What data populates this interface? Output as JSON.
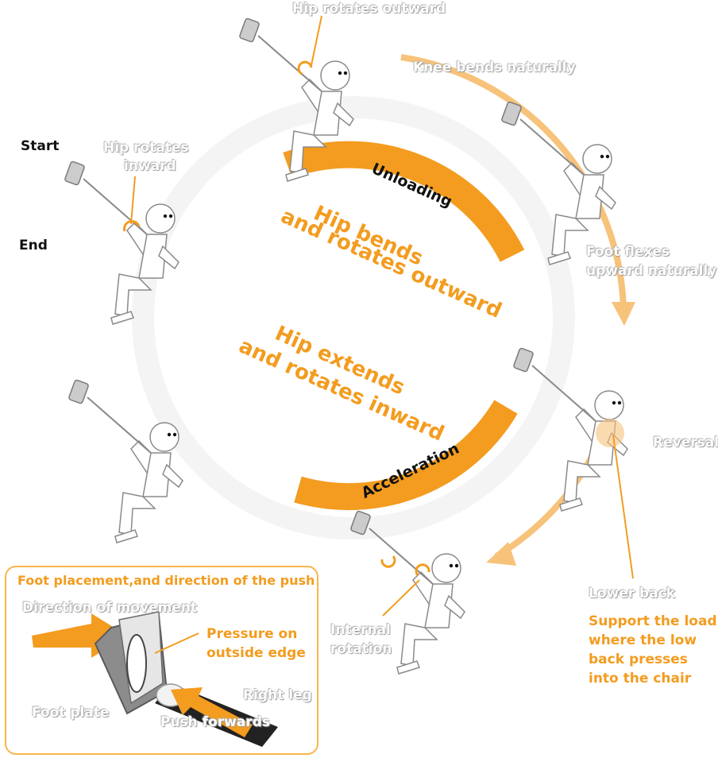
{
  "colors": {
    "orange": "#f39c1f",
    "light_orange": "#f7c27a",
    "figure_fill": "#ffffff",
    "figure_stroke": "#8a8a8a"
  },
  "stages": {
    "start": "Start",
    "end": "End"
  },
  "phases": {
    "unloading": "Unloading",
    "acceleration": "Acceleration"
  },
  "center": {
    "bend_line1": "Hip bends",
    "bend_line2": "and rotates outward",
    "extend_line1": "Hip extends",
    "extend_line2": "and rotates inward"
  },
  "annotations": {
    "hip_rotates_outward": "Hip rotates outward",
    "knee_bends": "Knee bends naturally",
    "hip_rotates_inward_1": "Hip rotates",
    "hip_rotates_inward_2": "inward",
    "foot_flexes_1": "Foot flexes",
    "foot_flexes_2": "upward naturally",
    "reversal": "Reversal",
    "lower_back": "Lower back",
    "support_1": "Support the load",
    "support_2": "where the low",
    "support_3": "back presses",
    "support_4": "into the chair",
    "internal_1": "Internal",
    "internal_2": "rotation"
  },
  "inset": {
    "title": "Foot placement,and direction of the push",
    "direction": "Direction of movement",
    "pressure_1": "Pressure on",
    "pressure_2": "outside edge",
    "right_leg": "Right leg",
    "foot_plate": "Foot plate",
    "push": "Push forwards"
  }
}
